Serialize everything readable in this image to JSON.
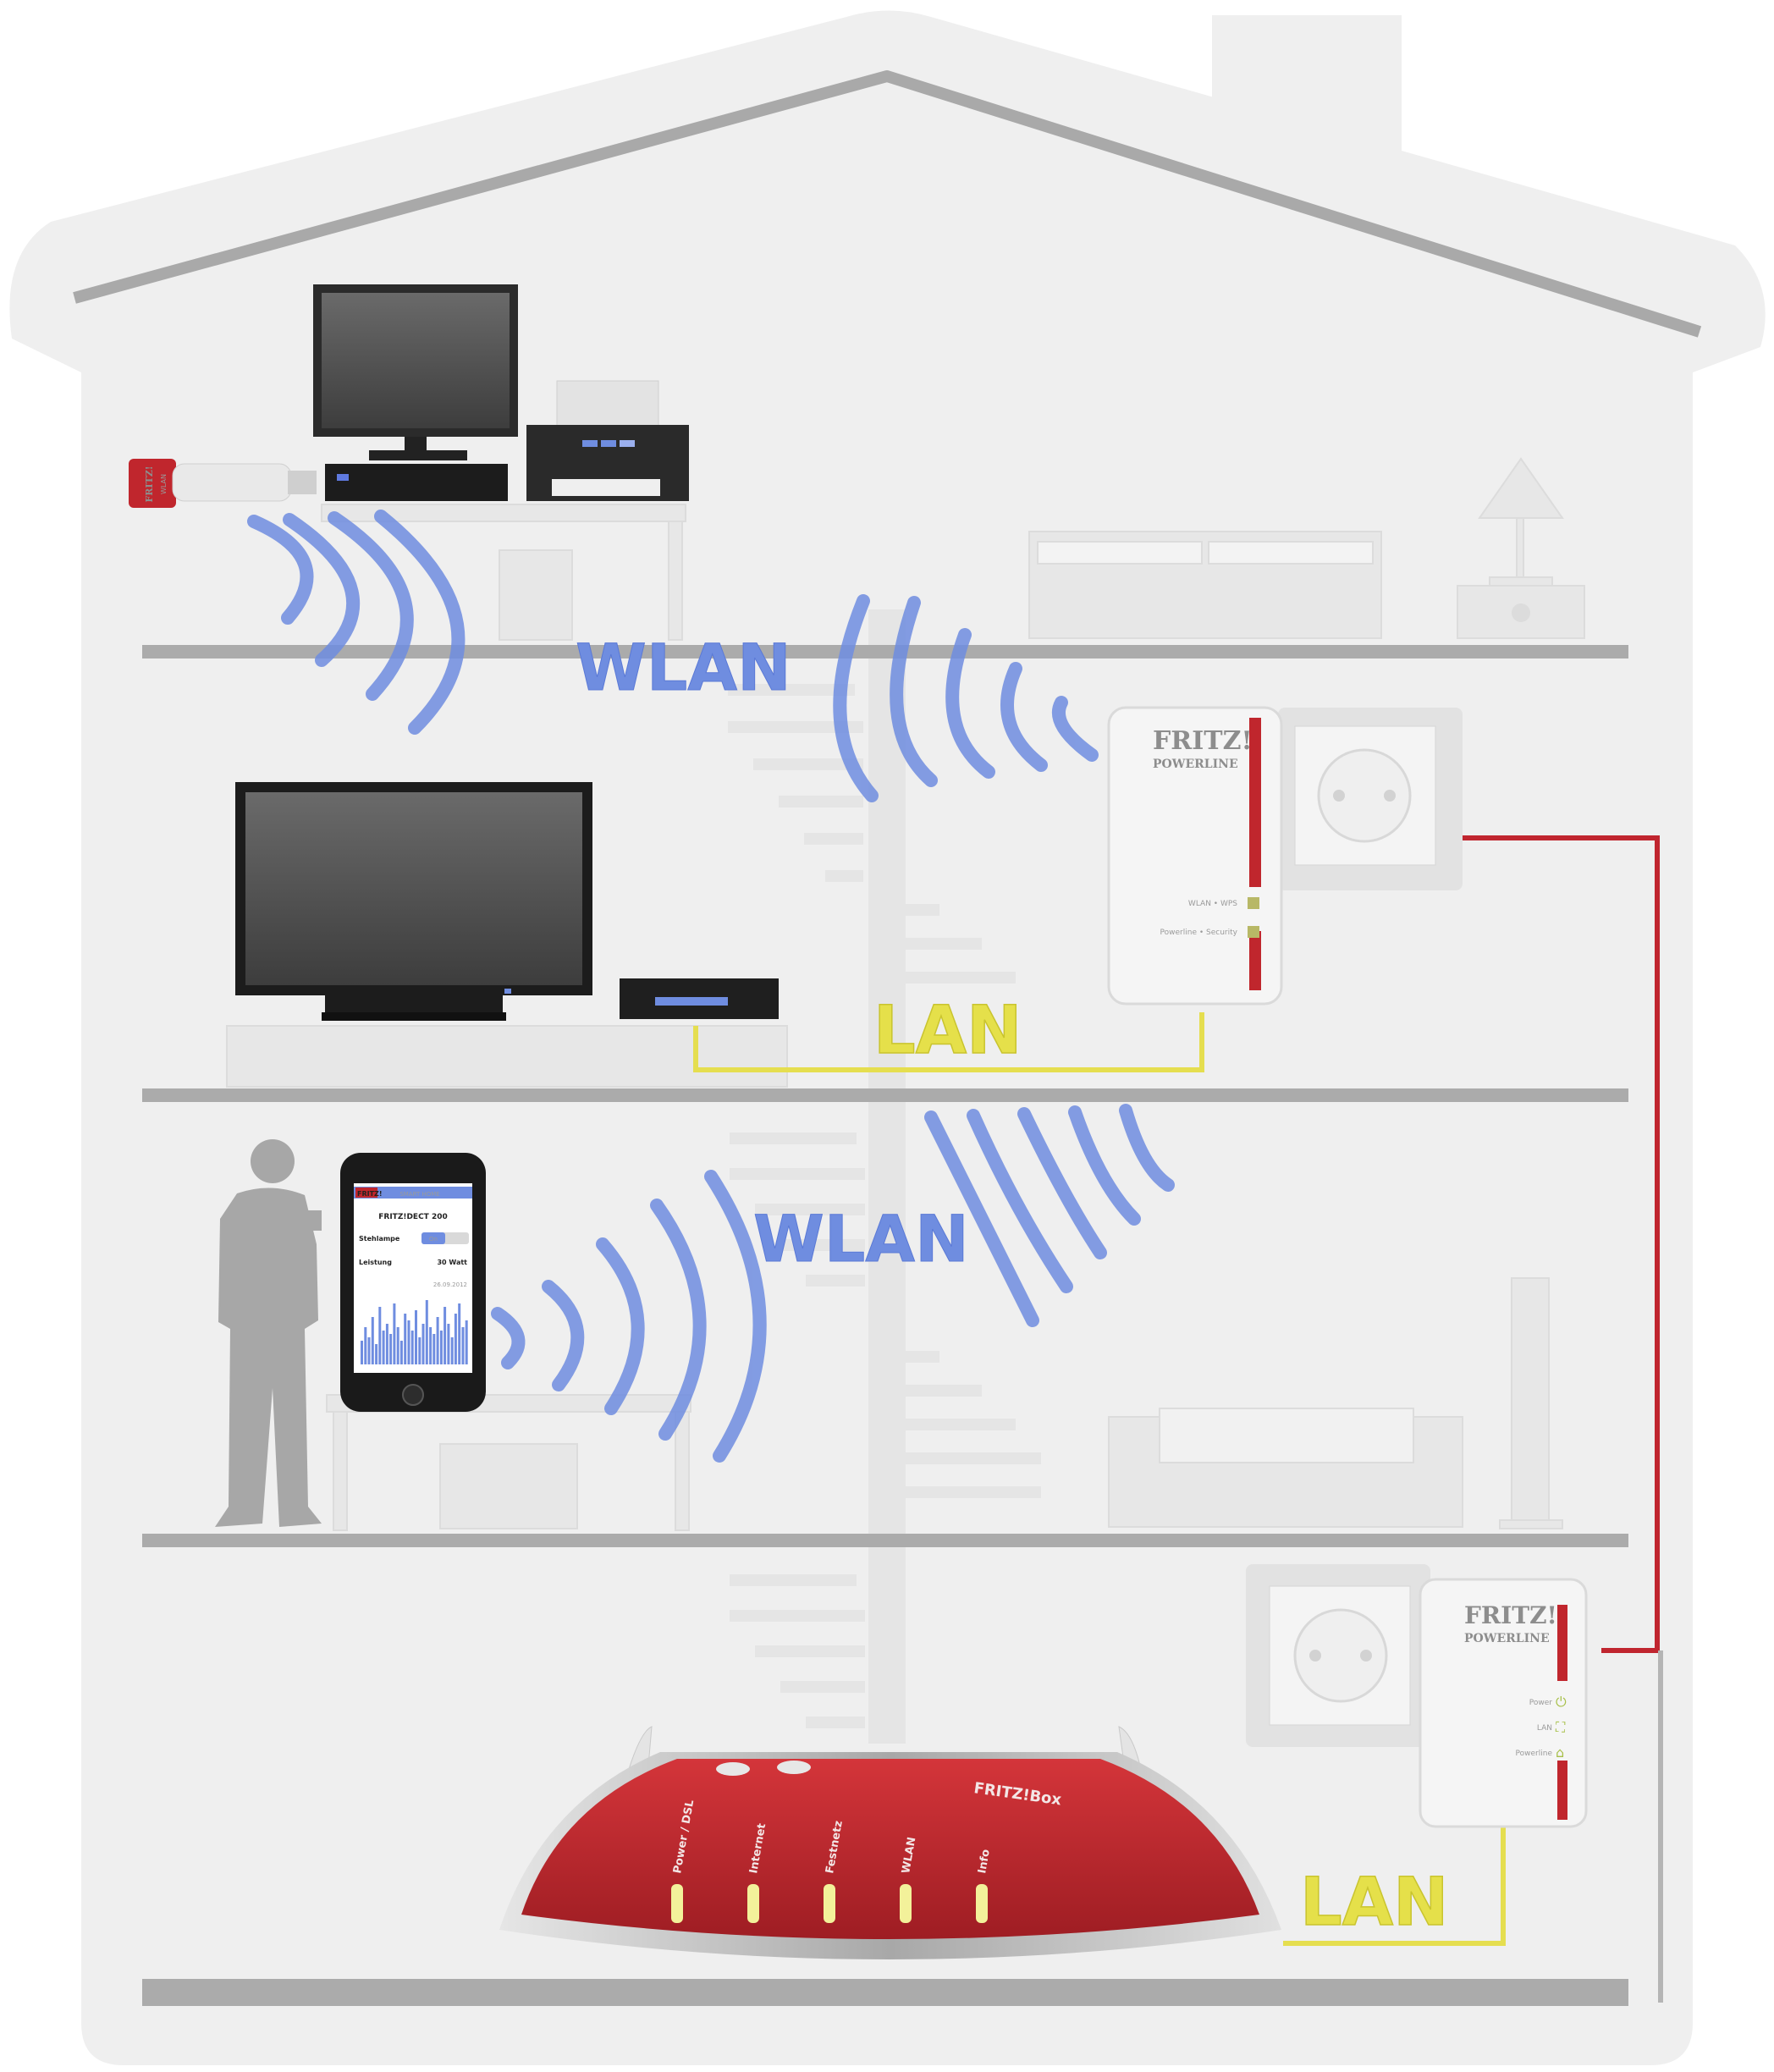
{
  "labels": {
    "wlan_top": "WLAN",
    "wlan_middle": "WLAN",
    "lan_middle": "LAN",
    "lan_bottom": "LAN"
  },
  "powerline_top": {
    "brand": "FRITZ!",
    "product": "POWERLINE",
    "led1": "WLAN • WPS",
    "led2": "Powerline • Security"
  },
  "powerline_bottom": {
    "brand": "FRITZ!",
    "product": "POWERLINE",
    "led1": "Power",
    "led2": "LAN",
    "led3": "Powerline"
  },
  "usb_stick": {
    "brand": "FRITZ!",
    "product": "WLAN"
  },
  "phone": {
    "brand": "FRITZ!",
    "header": "SMART HOME",
    "device": "FRITZ!DECT 200",
    "row1_label": "Stehlampe",
    "row1_value": "On",
    "row2_label": "Leistung",
    "row2_value": "30 Watt",
    "date": "26.09.2012",
    "power_graph": [
      0.35,
      0.55,
      0.4,
      0.7,
      0.3,
      0.85,
      0.5,
      0.6,
      0.45,
      0.9,
      0.55,
      0.35,
      0.75,
      0.65,
      0.5,
      0.8,
      0.4,
      0.6,
      0.95,
      0.55,
      0.45,
      0.7,
      0.5,
      0.85,
      0.6,
      0.4,
      0.75,
      0.9,
      0.55,
      0.65
    ]
  },
  "router": {
    "brand": "FRITZ!Box",
    "leds": [
      "Power / DSL",
      "Internet",
      "Festnetz",
      "WLAN",
      "Info"
    ]
  },
  "colors": {
    "house": "#efefef",
    "roof_line": "#a9a9a9",
    "floor": "#ababab",
    "wlan_wave": "#6f8de0",
    "lan_cable": "#e5de4f",
    "powerline_cable": "#c0252f",
    "router_red": "#c0262d"
  }
}
